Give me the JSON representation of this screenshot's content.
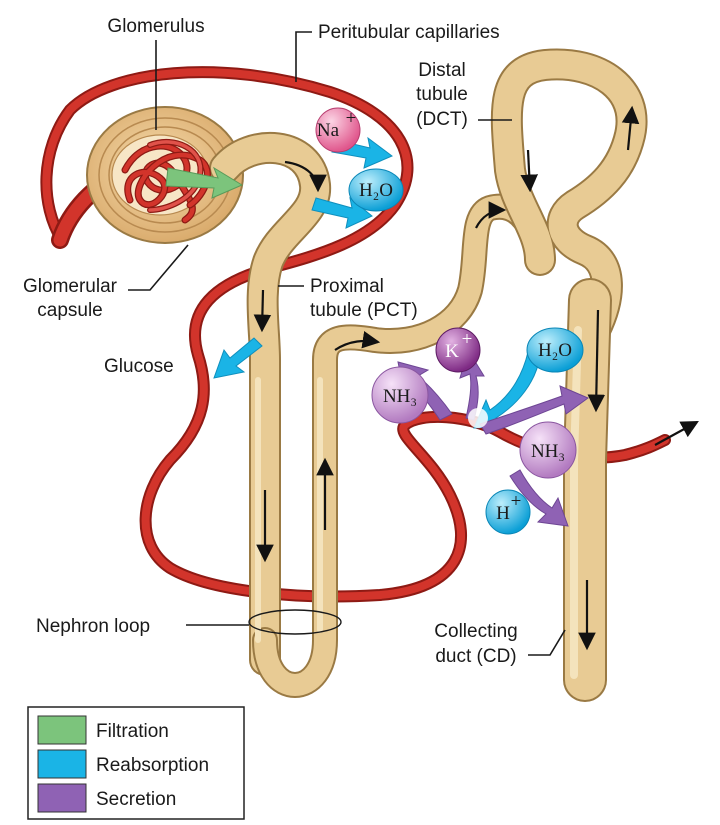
{
  "labels": {
    "glomerulus": "Glomerulus",
    "peritubular": "Peritubular capillaries",
    "distal_1": "Distal",
    "distal_2": "tubule",
    "distal_3": "(DCT)",
    "glomerular_capsule_1": "Glomerular",
    "glomerular_capsule_2": "capsule",
    "proximal_1": "Proximal",
    "proximal_2": "tubule (PCT)",
    "glucose": "Glucose",
    "nephron_loop": "Nephron loop",
    "collecting_1": "Collecting",
    "collecting_2": "duct (CD)"
  },
  "ions": {
    "na": "Na",
    "na_sup": "+",
    "h2o_top": "H₂O",
    "k": "K",
    "k_sup": "+",
    "h2o_right": "H₂O",
    "nh3_left": "NH₃",
    "nh3_right": "NH₃",
    "h": "H",
    "h_sup": "+"
  },
  "legend": {
    "items": [
      {
        "label": "Filtration",
        "color": "#7cc47c"
      },
      {
        "label": "Reabsorption",
        "color": "#1ab4e6"
      },
      {
        "label": "Secretion",
        "color": "#8f62b4"
      }
    ]
  },
  "colors": {
    "tube": "#e8cb94",
    "tube_edge": "#9a7a44",
    "capillary": "#d2342b",
    "filtration": "#7cc47c",
    "reabsorption": "#1ab4e6",
    "secretion": "#8f62b4",
    "na_ion": "#ec6fa0",
    "k_ion": "#9c3c9c",
    "nh3_ion": "#c48ccc",
    "water_ion": "#1ab4e6"
  }
}
